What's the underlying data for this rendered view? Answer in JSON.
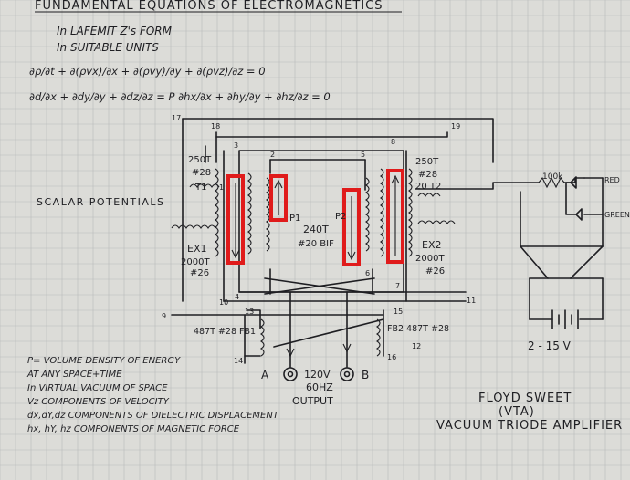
{
  "header": {
    "title": "FUNDAMENTAL EQUATIONS OF ELECTROMAGNETICS",
    "line1": "In LAFEMIT Z's FORM",
    "line2": "In SUITABLE UNITS",
    "eq1": "∂ρ/∂t + ∂(ρvx)/∂x + ∂(ρvy)/∂y + ∂(ρvz)/∂z = 0",
    "eq2": "∂d/∂x + ∂dy/∂y + ∂dz/∂z = P     ∂hx/∂x + ∂hy/∂y + ∂hz/∂z = 0"
  },
  "labels": {
    "scalar": "SCALAR POTENTIALS",
    "t1_turns": "250T",
    "t1_wire": "#28",
    "t1": "T1",
    "t2_turns": "250T",
    "t2_wire": "#28",
    "t2_tag": "20 T2",
    "ex1": "EX1",
    "ex1_turns": "2000T",
    "ex1_wire": "#26",
    "ex2": "EX2",
    "ex2_turns": "2000T",
    "ex2_wire": "#26",
    "p1": "P1",
    "p2": "P2",
    "center_turns": "240T",
    "center_wire": "#20 BIF",
    "fb1": "487T #28 FB1",
    "fb2": "FB2 487T #28",
    "resistor": "100k",
    "red": "RED",
    "green": "GREEN",
    "voltage_range": "2 - 15 V",
    "terminal_a": "A",
    "terminal_b": "B",
    "output1": "120V",
    "output2": "60HZ",
    "output3": "OUTPUT"
  },
  "node_numbers": [
    "1",
    "2",
    "3",
    "4",
    "5",
    "6",
    "7",
    "8",
    "9",
    "10",
    "11",
    "12",
    "13",
    "14",
    "15",
    "16",
    "17",
    "18",
    "19"
  ],
  "legend": [
    "P= VOLUME DENSITY OF ENERGY",
    "AT ANY SPACE+TIME",
    "In VIRTUAL VACUUM OF SPACE",
    "Vz  COMPONENTS OF VELOCITY",
    "dx,dY,dz COMPONENTS OF DIELECTRIC DISPLACEMENT",
    "hx, hY, hz COMPONENTS OF MAGNETIC FORCE"
  ],
  "signature": {
    "name": "FLOYD SWEET",
    "abbr": "(VTA)",
    "title": "VACUUM TRIODE AMPLIFIER"
  },
  "colors": {
    "paper": "#dcdcd8",
    "grid": "#b7b9bb",
    "ink": "#1e1e22",
    "highlight": "#e01b1b"
  }
}
